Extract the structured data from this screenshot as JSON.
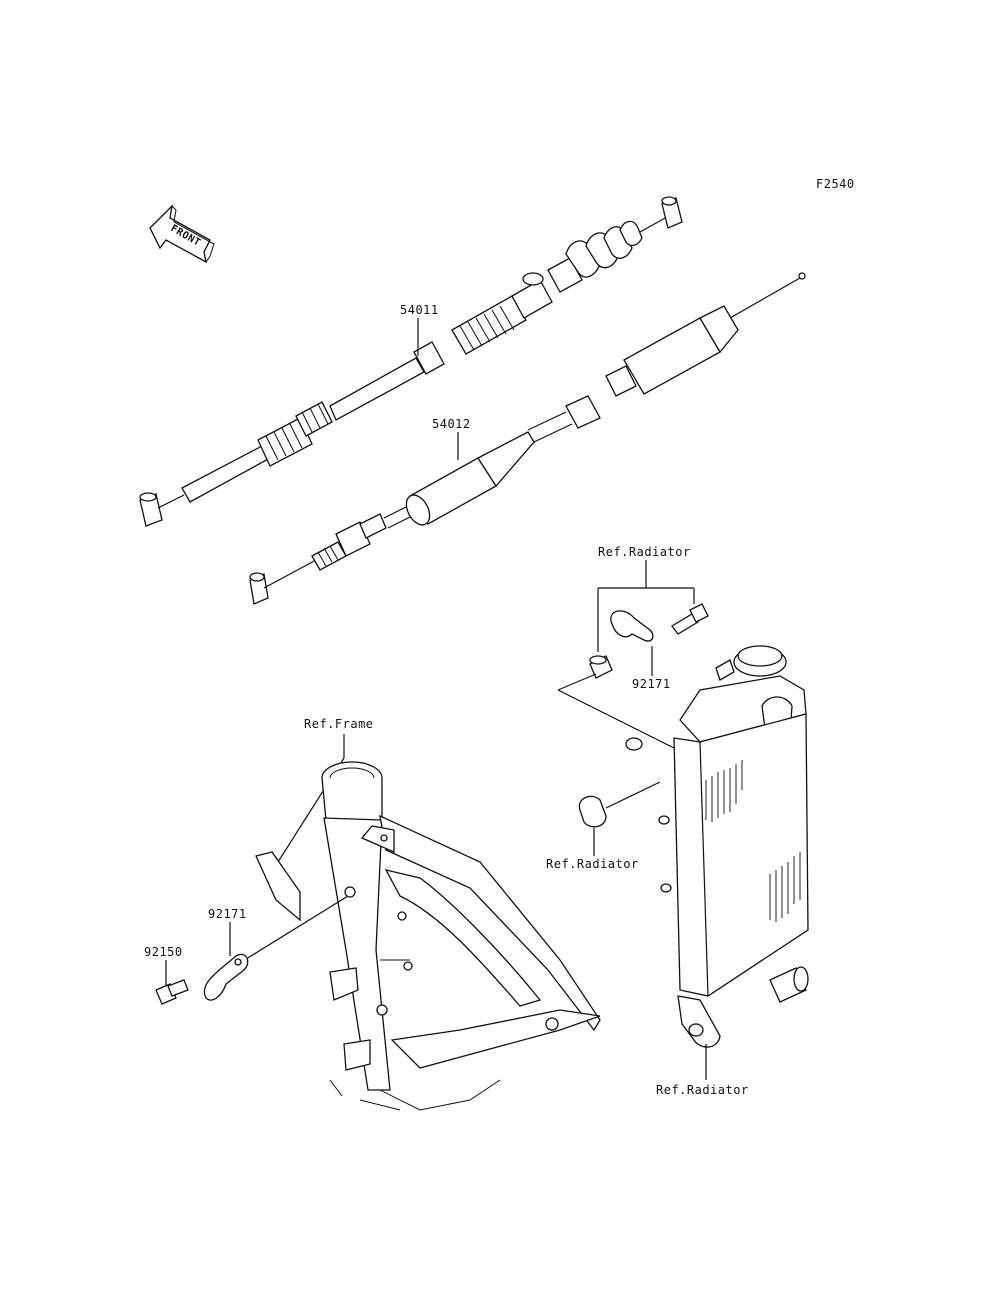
{
  "figure_code": "F2540",
  "front_marker": "FRONT",
  "labels": {
    "clutch_cable": "54011",
    "throttle_cable": "54012",
    "ref_radiator_top": "Ref.Radiator",
    "clamp_upper": "92171",
    "ref_frame": "Ref.Frame",
    "ref_radiator_mid": "Ref.Radiator",
    "clamp_lower": "92171",
    "bolt": "92150",
    "ref_radiator_bottom": "Ref.Radiator"
  }
}
